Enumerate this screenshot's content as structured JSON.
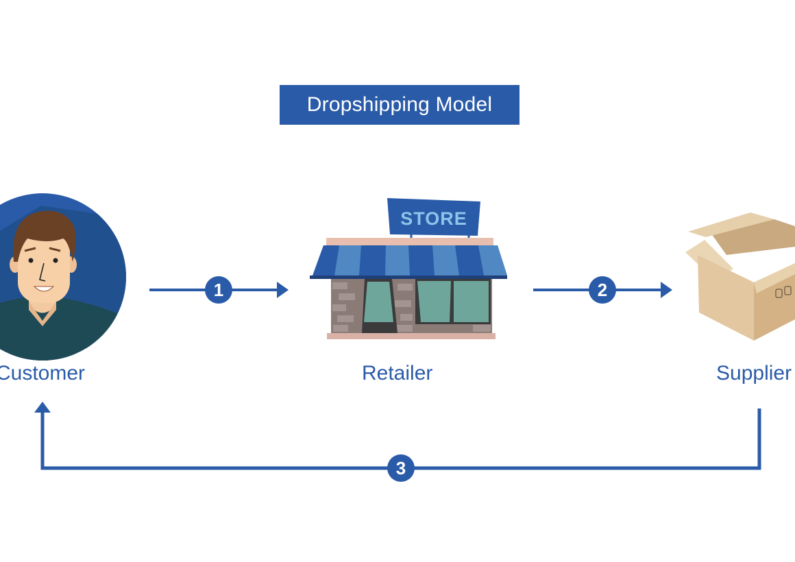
{
  "title": "Dropshipping Model",
  "colors": {
    "accent": "#2a5ba8",
    "background": "#ffffff",
    "box_cardboard": "#e3c9a3"
  },
  "nodes": {
    "customer": {
      "label": "Customer",
      "icon": "customer-avatar-icon"
    },
    "retailer": {
      "label": "Retailer",
      "icon": "store-icon",
      "sign_text": "STORE"
    },
    "supplier": {
      "label": "Supplier",
      "icon": "cardboard-box-icon"
    }
  },
  "steps": [
    {
      "number": "1",
      "from": "Customer",
      "to": "Retailer"
    },
    {
      "number": "2",
      "from": "Retailer",
      "to": "Supplier"
    },
    {
      "number": "3",
      "from": "Supplier",
      "to": "Customer"
    }
  ]
}
